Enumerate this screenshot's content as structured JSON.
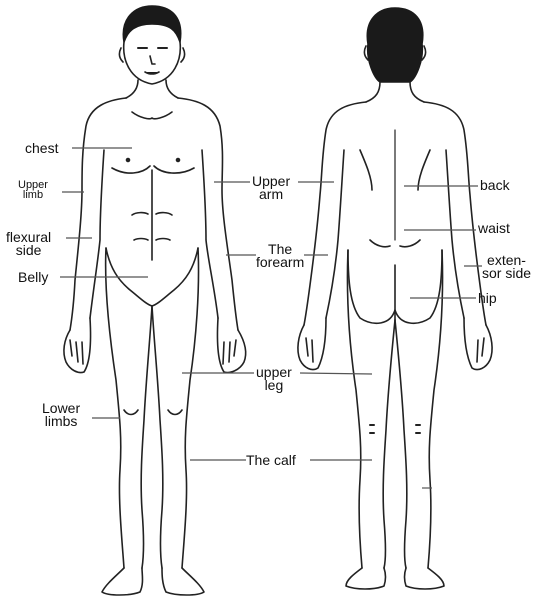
{
  "labels": {
    "chest": "chest",
    "upper_limb": [
      "Upper",
      "limb"
    ],
    "flexural_side": [
      "flexural",
      "side"
    ],
    "belly": "Belly",
    "lower_limbs": [
      "Lower",
      "limbs"
    ],
    "upper_arm": [
      "Upper",
      "arm"
    ],
    "forearm": [
      "The",
      "forearm"
    ],
    "upper_leg": [
      "upper",
      "leg"
    ],
    "calf": "The calf",
    "back": "back",
    "waist": "waist",
    "extensor_side": [
      "exten-",
      "sor side"
    ],
    "hip": "hip"
  },
  "colors": {
    "ink": "#111111",
    "body_outline": "#222222",
    "hair": "#1a1a1a",
    "leader_line": "#555555"
  }
}
